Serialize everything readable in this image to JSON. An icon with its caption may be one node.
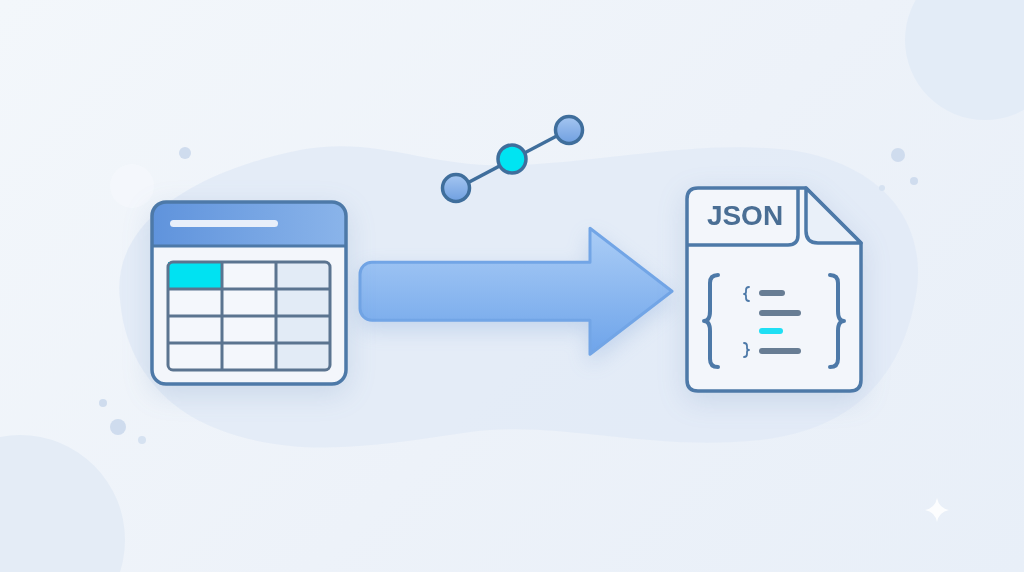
{
  "diagram": {
    "nodes": [
      {
        "text": [],
        "shape": "picture"
      },
      {
        "text": [
          "JSON"
        ]
      }
    ],
    "edges": [
      {
        "from": 0,
        "to": 1,
        "arrow": "to",
        "style": "thick"
      }
    ]
  }
}
